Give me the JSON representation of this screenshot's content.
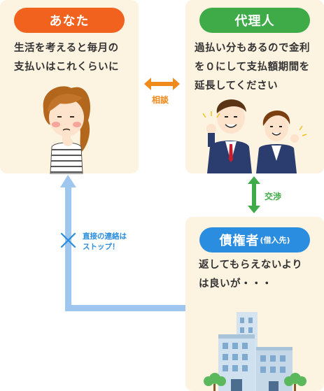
{
  "you": {
    "title": "あなた",
    "line1": "生活を考えると毎月の",
    "line2": "支払いはこれくらいに"
  },
  "agent": {
    "title": "代理人",
    "line1": "過払い分もあるので金利",
    "line2": "を０にして支払額期間を",
    "line3": "延長してください"
  },
  "creditor": {
    "title": "債権者",
    "title_sub": "(借入先)",
    "line1": "返してもらえないより",
    "line2": "は良いが・・・"
  },
  "arrows": {
    "consult": "相談",
    "negotiate": "交渉",
    "stop_line1": "直接の連絡は",
    "stop_line2": "ストップ！"
  },
  "colors": {
    "card_bg": "#fdf3e1",
    "you_pill": "#f0621e",
    "agent_pill": "#3fab48",
    "creditor_pill": "#2a8de0",
    "consult_arrow": "#f08a19",
    "negotiate_arrow": "#3fab48",
    "stop_arrow": "#9ec6ee",
    "stop_cross": "#2a8de0"
  },
  "illustrations": [
    "worried-woman",
    "business-man-and-woman",
    "office-building-with-trees"
  ]
}
